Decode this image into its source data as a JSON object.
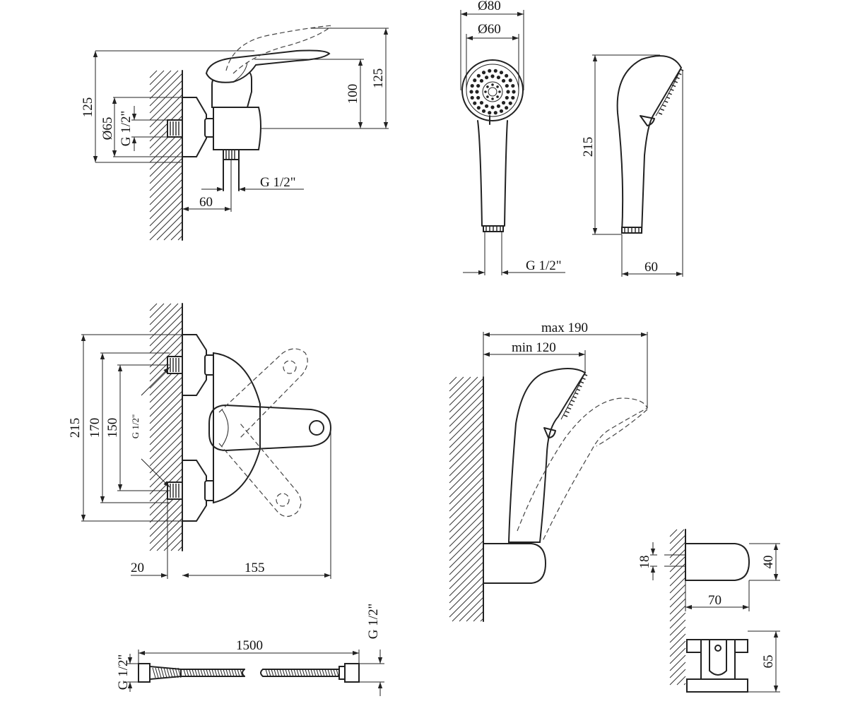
{
  "diagram": {
    "background": "#ffffff",
    "line_color": "#222222",
    "views": {
      "mixer_side": {
        "labels": [
          "125",
          "125",
          "100",
          "Ø65",
          "G 1/2\"",
          "G 1/2\"",
          "60"
        ]
      },
      "handshower_front": {
        "labels": [
          "Ø80",
          "Ø60",
          "G 1/2\""
        ]
      },
      "handshower_side": {
        "labels": [
          "215",
          "60"
        ]
      },
      "mixer_top": {
        "labels": [
          "215",
          "170",
          "150",
          "G 1/2\"",
          "20",
          "155"
        ]
      },
      "holder_reach": {
        "labels": [
          "max 190",
          "min 120"
        ]
      },
      "holder_side": {
        "labels": [
          "18",
          "40",
          "70"
        ]
      },
      "holder_front": {
        "labels": [
          "65"
        ]
      },
      "hose": {
        "labels": [
          "1500",
          "G 1/2\"",
          "G 1/2\""
        ]
      }
    }
  }
}
